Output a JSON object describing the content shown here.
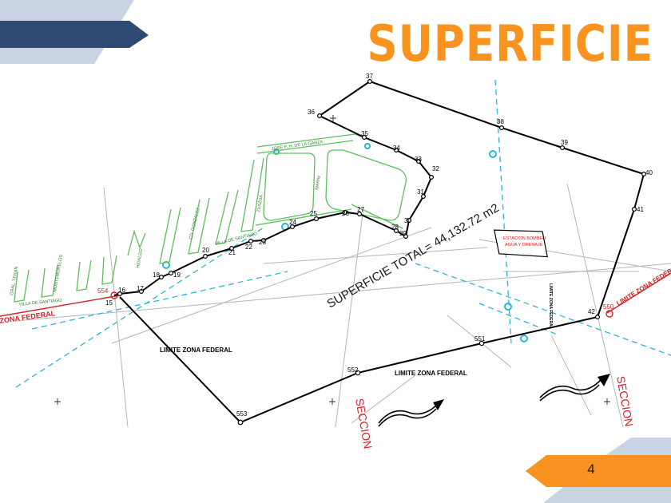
{
  "slide": {
    "title": "SUPERFICIE",
    "page_number": "4",
    "colors": {
      "title": "#f7931e",
      "banner_dark": "#2f4a72",
      "banner_light": "#c5d0e2",
      "orange": "#f7931e",
      "boundary": "#000000",
      "federal_zone": "#d62027",
      "streets": "#5dbf5d",
      "cyan_line": "#29b6d9"
    }
  },
  "plan": {
    "area_label": "SUPERFICIE TOTAL=  44,132.72 m2",
    "federal_zone_labels": [
      "ZONA FEDERAL",
      "LIMITE ZONA FEDERAL",
      "LIMITE ZONA FEDERAL",
      "LIMITE ZONA FEDERAL",
      "LIMITE ZONA FEDERAL"
    ],
    "section_labels": [
      "SECCION",
      "SECCION"
    ],
    "points": [
      "15",
      "16",
      "17",
      "18",
      "19",
      "20",
      "21",
      "22",
      "23",
      "24",
      "25",
      "26",
      "27",
      "28",
      "29",
      "30",
      "31",
      "32",
      "33",
      "34",
      "35",
      "36",
      "37",
      "38",
      "39",
      "40",
      "41",
      "42",
      "550",
      "551",
      "552",
      "553",
      "554"
    ],
    "street_names": [
      "JOSE P. H. DE LA GARZA",
      "VILLA DE SANTIAGO",
      "VILLA DE SANTIAGO",
      "GRAL. TERAN",
      "MONTEMORELOS",
      "HIDALGO",
      "CD. GONZALEZ",
      "ZUAZUA",
      "MARIN"
    ],
    "facility_label": [
      "ESTACION BOMBEO",
      "AGUA Y DRENAJE"
    ]
  }
}
